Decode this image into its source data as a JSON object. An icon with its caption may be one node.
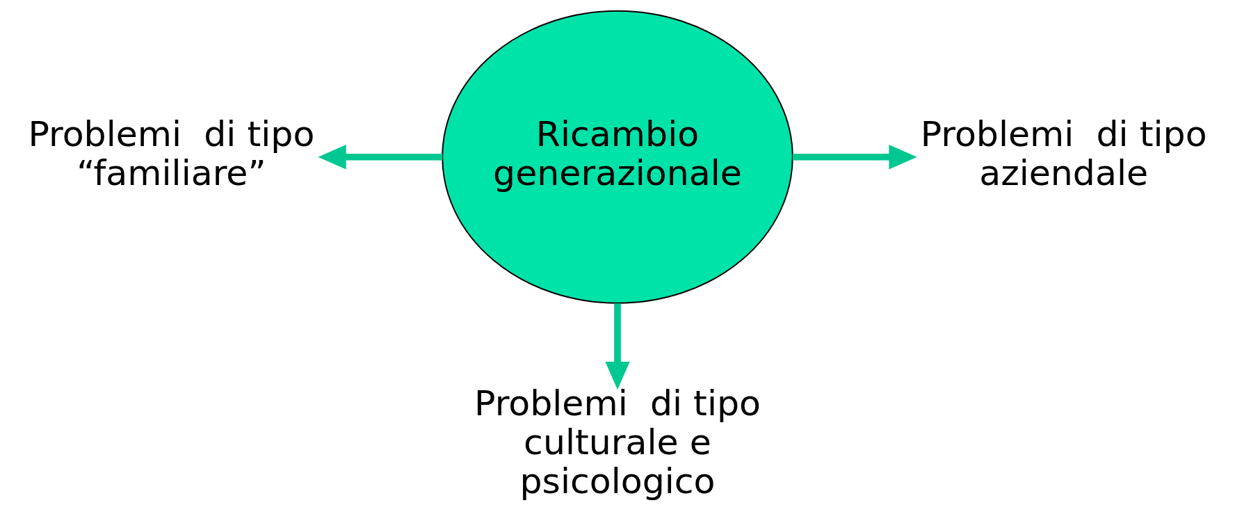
{
  "diagram": {
    "nodes": [
      {
        "text": [
          "Ricambio generazionale"
        ]
      },
      {
        "text": [
          "Problemi  di tipo “familiare”"
        ]
      },
      {
        "text": [
          "Problemi  di tipo aziendale"
        ]
      },
      {
        "text": [
          "Problemi  di tipo culturale e psicologico"
        ]
      }
    ],
    "edges": [
      {
        "from": 0,
        "to": 1,
        "arrow": "to"
      },
      {
        "from": 0,
        "to": 2,
        "arrow": "to"
      },
      {
        "from": 0,
        "to": 3,
        "arrow": "to"
      }
    ]
  }
}
